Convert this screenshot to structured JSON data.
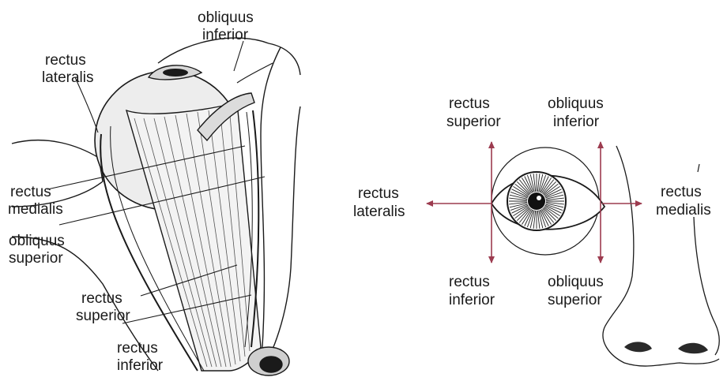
{
  "anatomy_labels": {
    "obliquus_inferior": [
      "obliquus",
      "inferior"
    ],
    "rectus_lateralis": [
      "rectus",
      "lateralis"
    ],
    "rectus_medialis": [
      "rectus",
      "medialis"
    ],
    "obliquus_superior": [
      "obliquus",
      "superior"
    ],
    "rectus_superior": [
      "rectus",
      "superior"
    ],
    "rectus_inferior": [
      "rectus",
      "inferior"
    ]
  },
  "action_labels": {
    "rectus_superior": [
      "rectus",
      "superior"
    ],
    "obliquus_inferior": [
      "obliquus",
      "inferior"
    ],
    "rectus_lateralis": [
      "rectus",
      "lateralis"
    ],
    "rectus_medialis": [
      "rectus",
      "medialis"
    ],
    "rectus_inferior": [
      "rectus",
      "inferior"
    ],
    "obliquus_superior": [
      "obliquus",
      "superior"
    ]
  },
  "colors": {
    "arrow": "#9c3b4f",
    "ink": "#1a1a1a"
  }
}
